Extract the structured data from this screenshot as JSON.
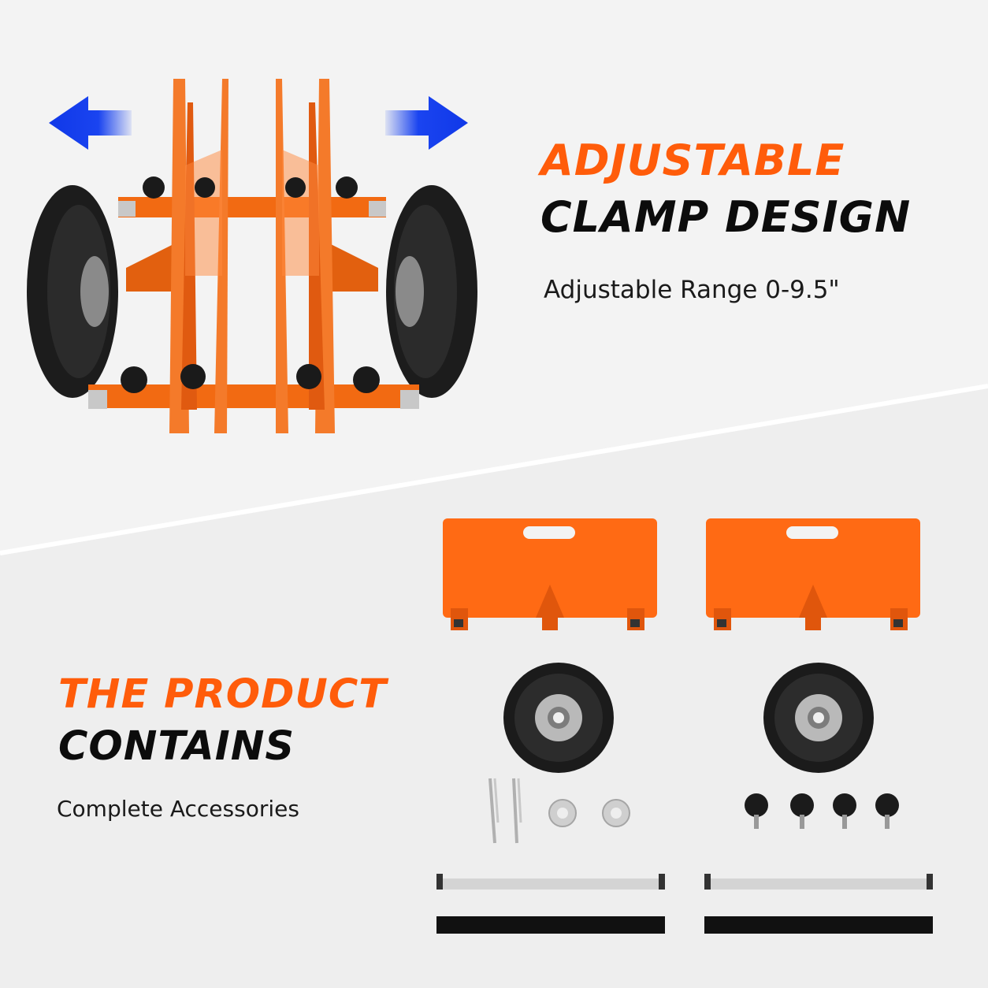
{
  "section_top": {
    "heading_line1": "ADJUSTABLE",
    "heading_line2": "CLAMP DESIGN",
    "subtitle": "Adjustable Range 0-9.5\""
  },
  "section_bottom": {
    "heading_line1": "THE PRODUCT",
    "heading_line2": "CONTAINS",
    "subtitle": "Complete Accessories"
  },
  "colors": {
    "accent_orange": "#ff5c0a",
    "arrow_blue": "#1038e8",
    "background_light": "#f1f1f1",
    "background_band": "#e9e9e9"
  },
  "icons": [
    "arrow-left-icon",
    "arrow-right-icon"
  ]
}
